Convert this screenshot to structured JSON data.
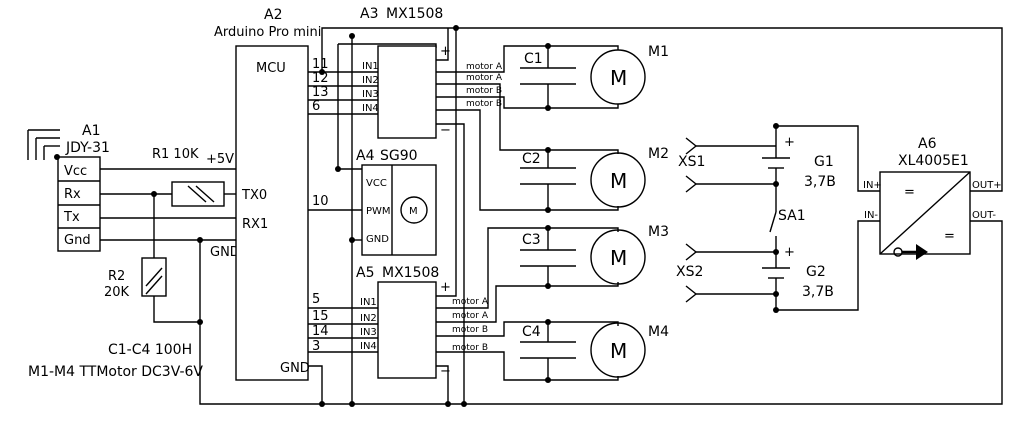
{
  "modules": {
    "a1": {
      "ref": "A1",
      "model": "JDY-31",
      "pins": [
        "Vcc",
        "Rx",
        "Tx",
        "Gnd"
      ]
    },
    "a2": {
      "ref": "A2",
      "model": "Arduino Pro mini",
      "mcu": "MCU",
      "vcc_label": "+5V",
      "gnd_label": "GND",
      "tx_label": "TX0",
      "rx_label": "RX1",
      "pin_d10": "10"
    },
    "a3": {
      "ref": "A3",
      "model": "MX1508",
      "pins": [
        "11",
        "12",
        "13",
        "6"
      ]
    },
    "a4": {
      "ref": "A4",
      "model": "SG90",
      "pins": [
        "VCC",
        "PWM",
        "GND"
      ],
      "servo_letter": "M"
    },
    "a5": {
      "ref": "A5",
      "model": "MX1508",
      "pins": [
        "5",
        "15",
        "14",
        "3"
      ]
    },
    "a6": {
      "ref": "A6",
      "model": "XL4005E1",
      "in_plus": "IN+",
      "in_minus": "IN-",
      "out_plus": "OUT+",
      "out_minus": "OUT-",
      "eq1": "=",
      "eq2": "="
    },
    "driver_inputs": [
      "IN1",
      "IN2",
      "IN3",
      "IN4"
    ],
    "motor_outputs": [
      "motor A",
      "motor A",
      "motor B",
      "motor B"
    ],
    "plus": "+",
    "minus": "−"
  },
  "components": {
    "r1": "R1 10K",
    "r2_ref": "R2",
    "r2_val": "20K",
    "gnd_net": "GND",
    "caps": [
      "C1",
      "C2",
      "C3",
      "C4"
    ],
    "motors": [
      "M1",
      "M2",
      "M3",
      "M4"
    ],
    "motor_letter": "M",
    "xs1": "XS1",
    "xs2": "XS2",
    "g1": "G1",
    "g2": "G2",
    "battery_voltage": "3,7B",
    "sa1": "SA1"
  },
  "notes": {
    "line1": "C1-C4 100H",
    "line2": "M1-M4 TTMotor DC3V-6V"
  }
}
